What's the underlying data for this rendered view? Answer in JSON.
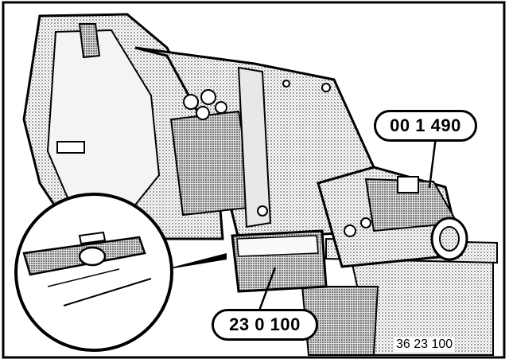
{
  "labels": {
    "tool_callout": "00 1 490",
    "fixture_callout": "23 0 100",
    "figure_number": "36 23 100"
  },
  "colors": {
    "ink": "#000000",
    "paper": "#ffffff",
    "stipple": "#bdbdbd"
  }
}
